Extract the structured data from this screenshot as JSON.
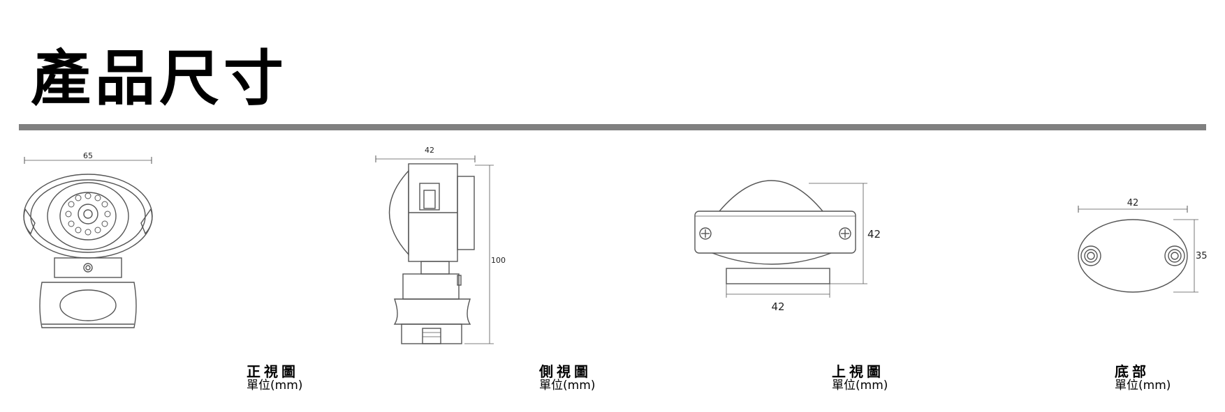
{
  "title": "產品尺寸",
  "views": [
    {
      "name": "正視圖",
      "unit": "單位(mm)",
      "dims": [
        "65"
      ]
    },
    {
      "name": "側視圖",
      "unit": "單位(mm)",
      "dims": [
        "42",
        "100"
      ]
    },
    {
      "name": "上視圖",
      "unit": "單位(mm)",
      "dims": [
        "42",
        "42"
      ]
    },
    {
      "name": "底部",
      "unit": "單位(mm)",
      "dims": [
        "42",
        "35"
      ]
    }
  ],
  "colors": {
    "rule": "#808080",
    "line": "#555555"
  }
}
